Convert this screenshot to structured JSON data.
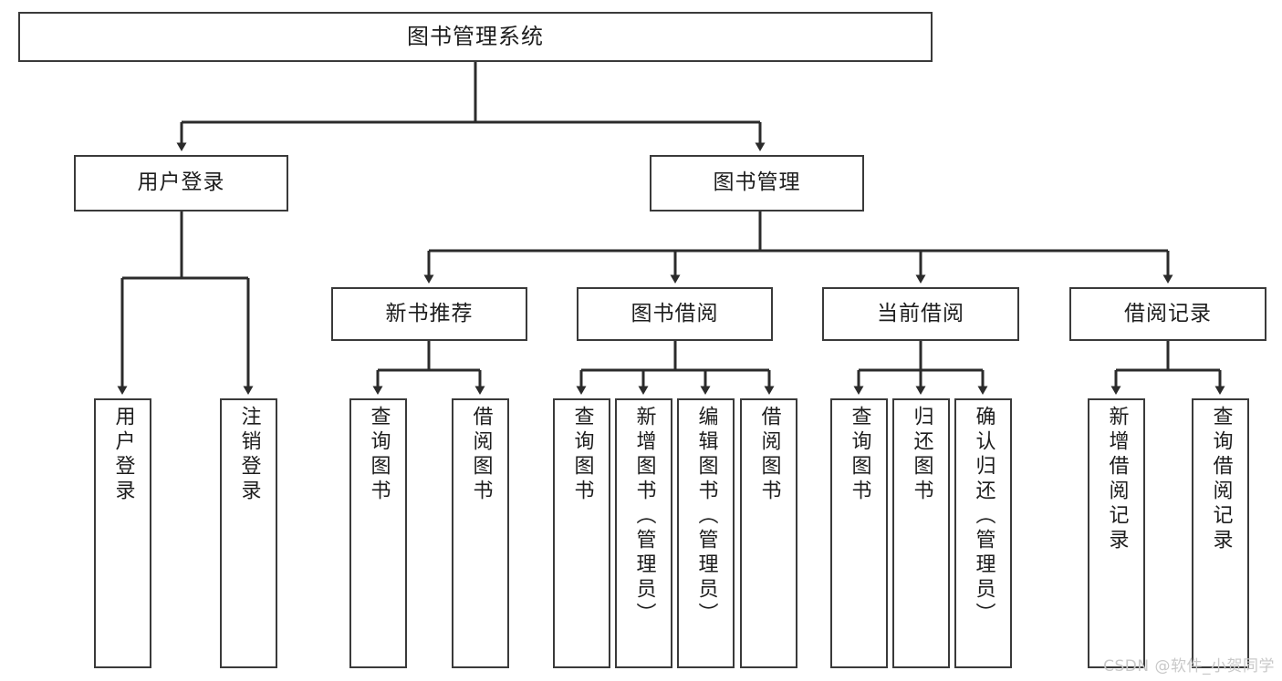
{
  "diagram": {
    "title": "图书管理系统",
    "type": "tree-hierarchy-chart",
    "colors": {
      "box_border": "#3a3a3a",
      "box_fill": "#ffffff",
      "line": "#2b2b2b",
      "text": "#1d1d1d",
      "watermark": "#c9c9c9",
      "background": "#ffffff"
    }
  },
  "root": {
    "label": "图书管理系统"
  },
  "level2": [
    {
      "label": "用户登录"
    },
    {
      "label": "图书管理"
    }
  ],
  "level3": [
    {
      "label": "新书推荐"
    },
    {
      "label": "图书借阅"
    },
    {
      "label": "当前借阅"
    },
    {
      "label": "借阅记录"
    }
  ],
  "leaves": {
    "user_login": [
      {
        "label": "用户登录"
      },
      {
        "label": "注销登录"
      }
    ],
    "new_book_recommend": [
      {
        "label": "查询图书"
      },
      {
        "label": "借阅图书"
      }
    ],
    "book_borrow": [
      {
        "label": "查询图书"
      },
      {
        "label": "新增图书（管理员）"
      },
      {
        "label": "编辑图书（管理员）"
      },
      {
        "label": "借阅图书"
      }
    ],
    "current_borrow": [
      {
        "label": "查询图书"
      },
      {
        "label": "归还图书"
      },
      {
        "label": "确认归还（管理员）"
      }
    ],
    "borrow_record": [
      {
        "label": "新增借阅记录"
      },
      {
        "label": "查询借阅记录"
      }
    ]
  },
  "watermark": {
    "text": "CSDN @软件_小贺同学"
  }
}
